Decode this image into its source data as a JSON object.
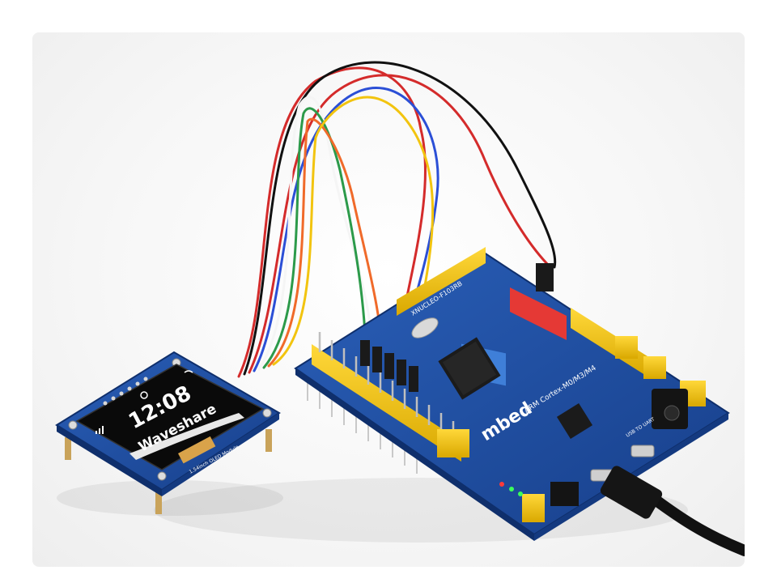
{
  "oled": {
    "time": "12:08",
    "brand": "Waveshare",
    "module_label": "1.54inch OLED Module"
  },
  "board": {
    "brand": "mbed",
    "model": "ARM Cortex-M0/M3/M4",
    "maker": "XNUCLEO-F103RB",
    "usb_label": "USB TO UART"
  },
  "colors": {
    "pcb": "#1f4fa3",
    "header": "#f2c40f",
    "red_header": "#e53935",
    "blue_header": "#3f7fd8"
  }
}
